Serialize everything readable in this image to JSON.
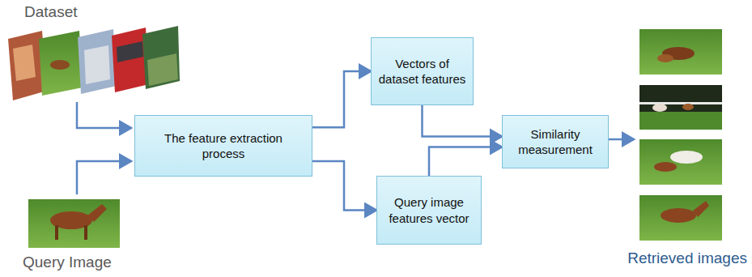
{
  "diagram": {
    "nodes": [
      {
        "text": [
          "The feature extraction process"
        ]
      },
      {
        "text": [
          "Vectors of dataset features"
        ]
      },
      {
        "text": [
          "Query image features vector"
        ]
      },
      {
        "text": [
          "Similarity measurement"
        ]
      }
    ],
    "edges": [
      {
        "from": 0,
        "to": 1,
        "arrow": "to"
      },
      {
        "from": 0,
        "to": 2,
        "arrow": "to"
      },
      {
        "from": 1,
        "to": 3,
        "arrow": "to"
      },
      {
        "from": 2,
        "to": 3,
        "arrow": "to"
      }
    ],
    "labels": [
      "Dataset",
      "Query Image",
      "Retrieved images"
    ]
  }
}
